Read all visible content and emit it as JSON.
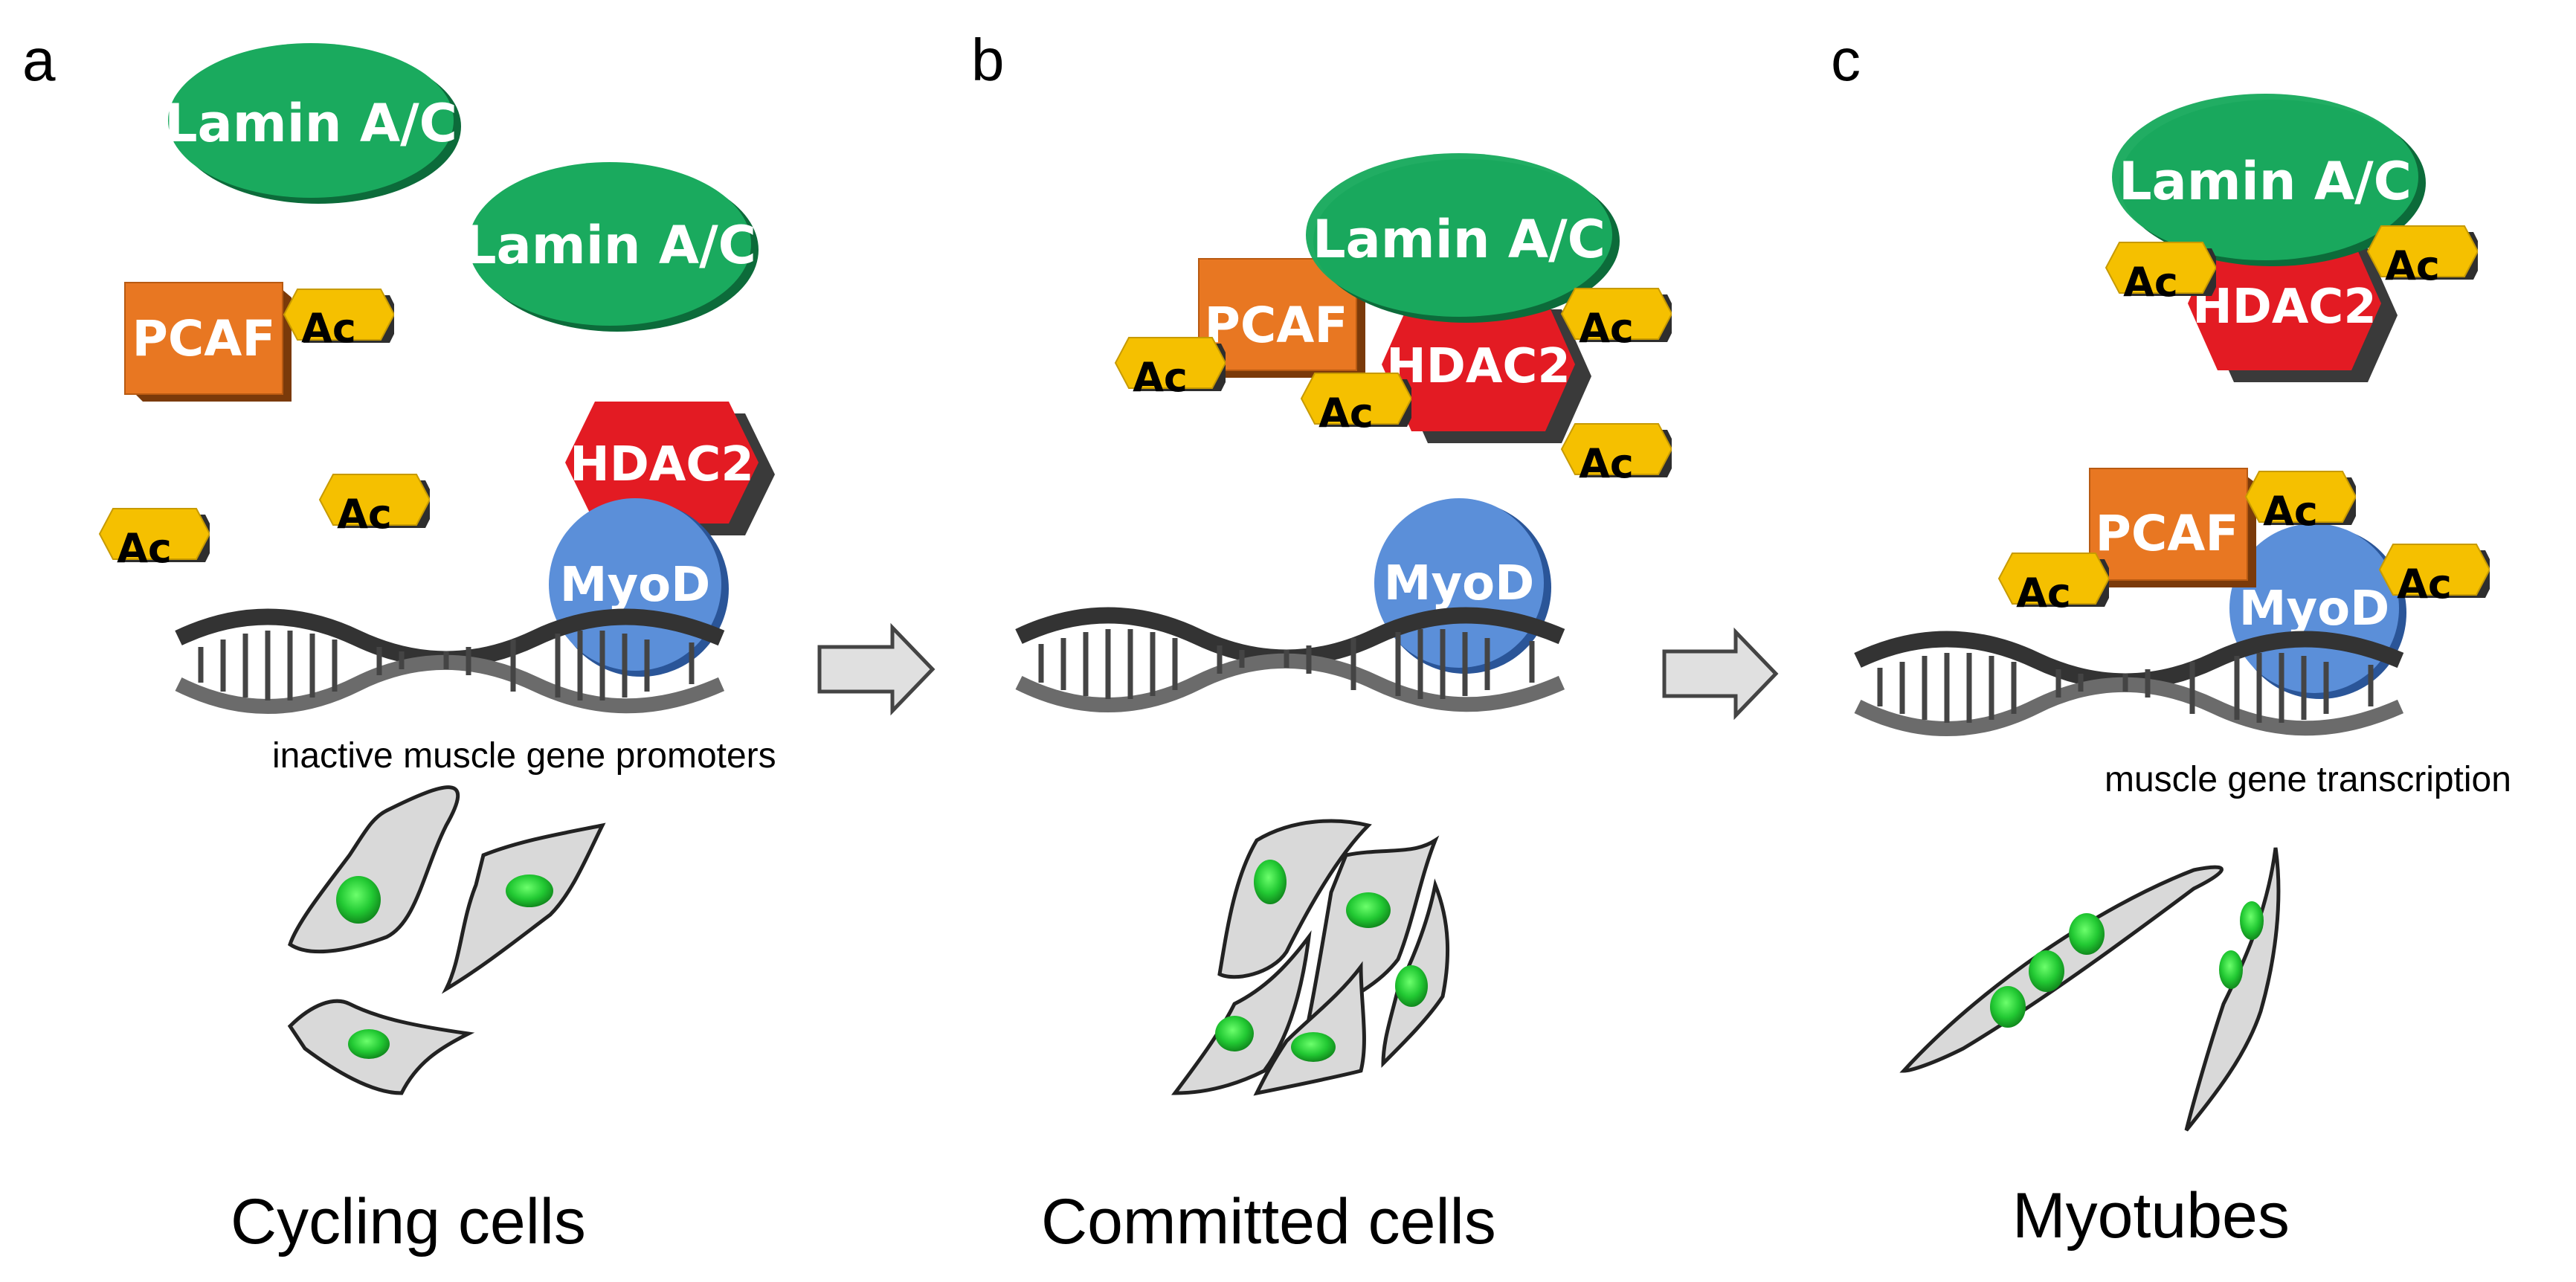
{
  "panels": [
    {
      "letter": "a",
      "caption": "Cycling cells",
      "dna_label": "inactive muscle gene promoters"
    },
    {
      "letter": "b",
      "caption": "Committed cells"
    },
    {
      "letter": "c",
      "caption": "Myotubes",
      "dna_label": "muscle gene transcription"
    }
  ],
  "labels": {
    "lamin": "Lamin A/C",
    "pcaf": "PCAF",
    "hdac2": "HDAC2",
    "myod": "MyoD",
    "ac": "Ac"
  },
  "colors": {
    "lamin": "#1aaa5e",
    "pcaf": "#e87722",
    "hdac2": "#e31b23",
    "myod": "#5b8fd9",
    "ac": "#f5c000",
    "cell_fill": "#d9d9d9",
    "nucleus": "#27c93f",
    "arrow_fill": "#e0e0e0"
  }
}
